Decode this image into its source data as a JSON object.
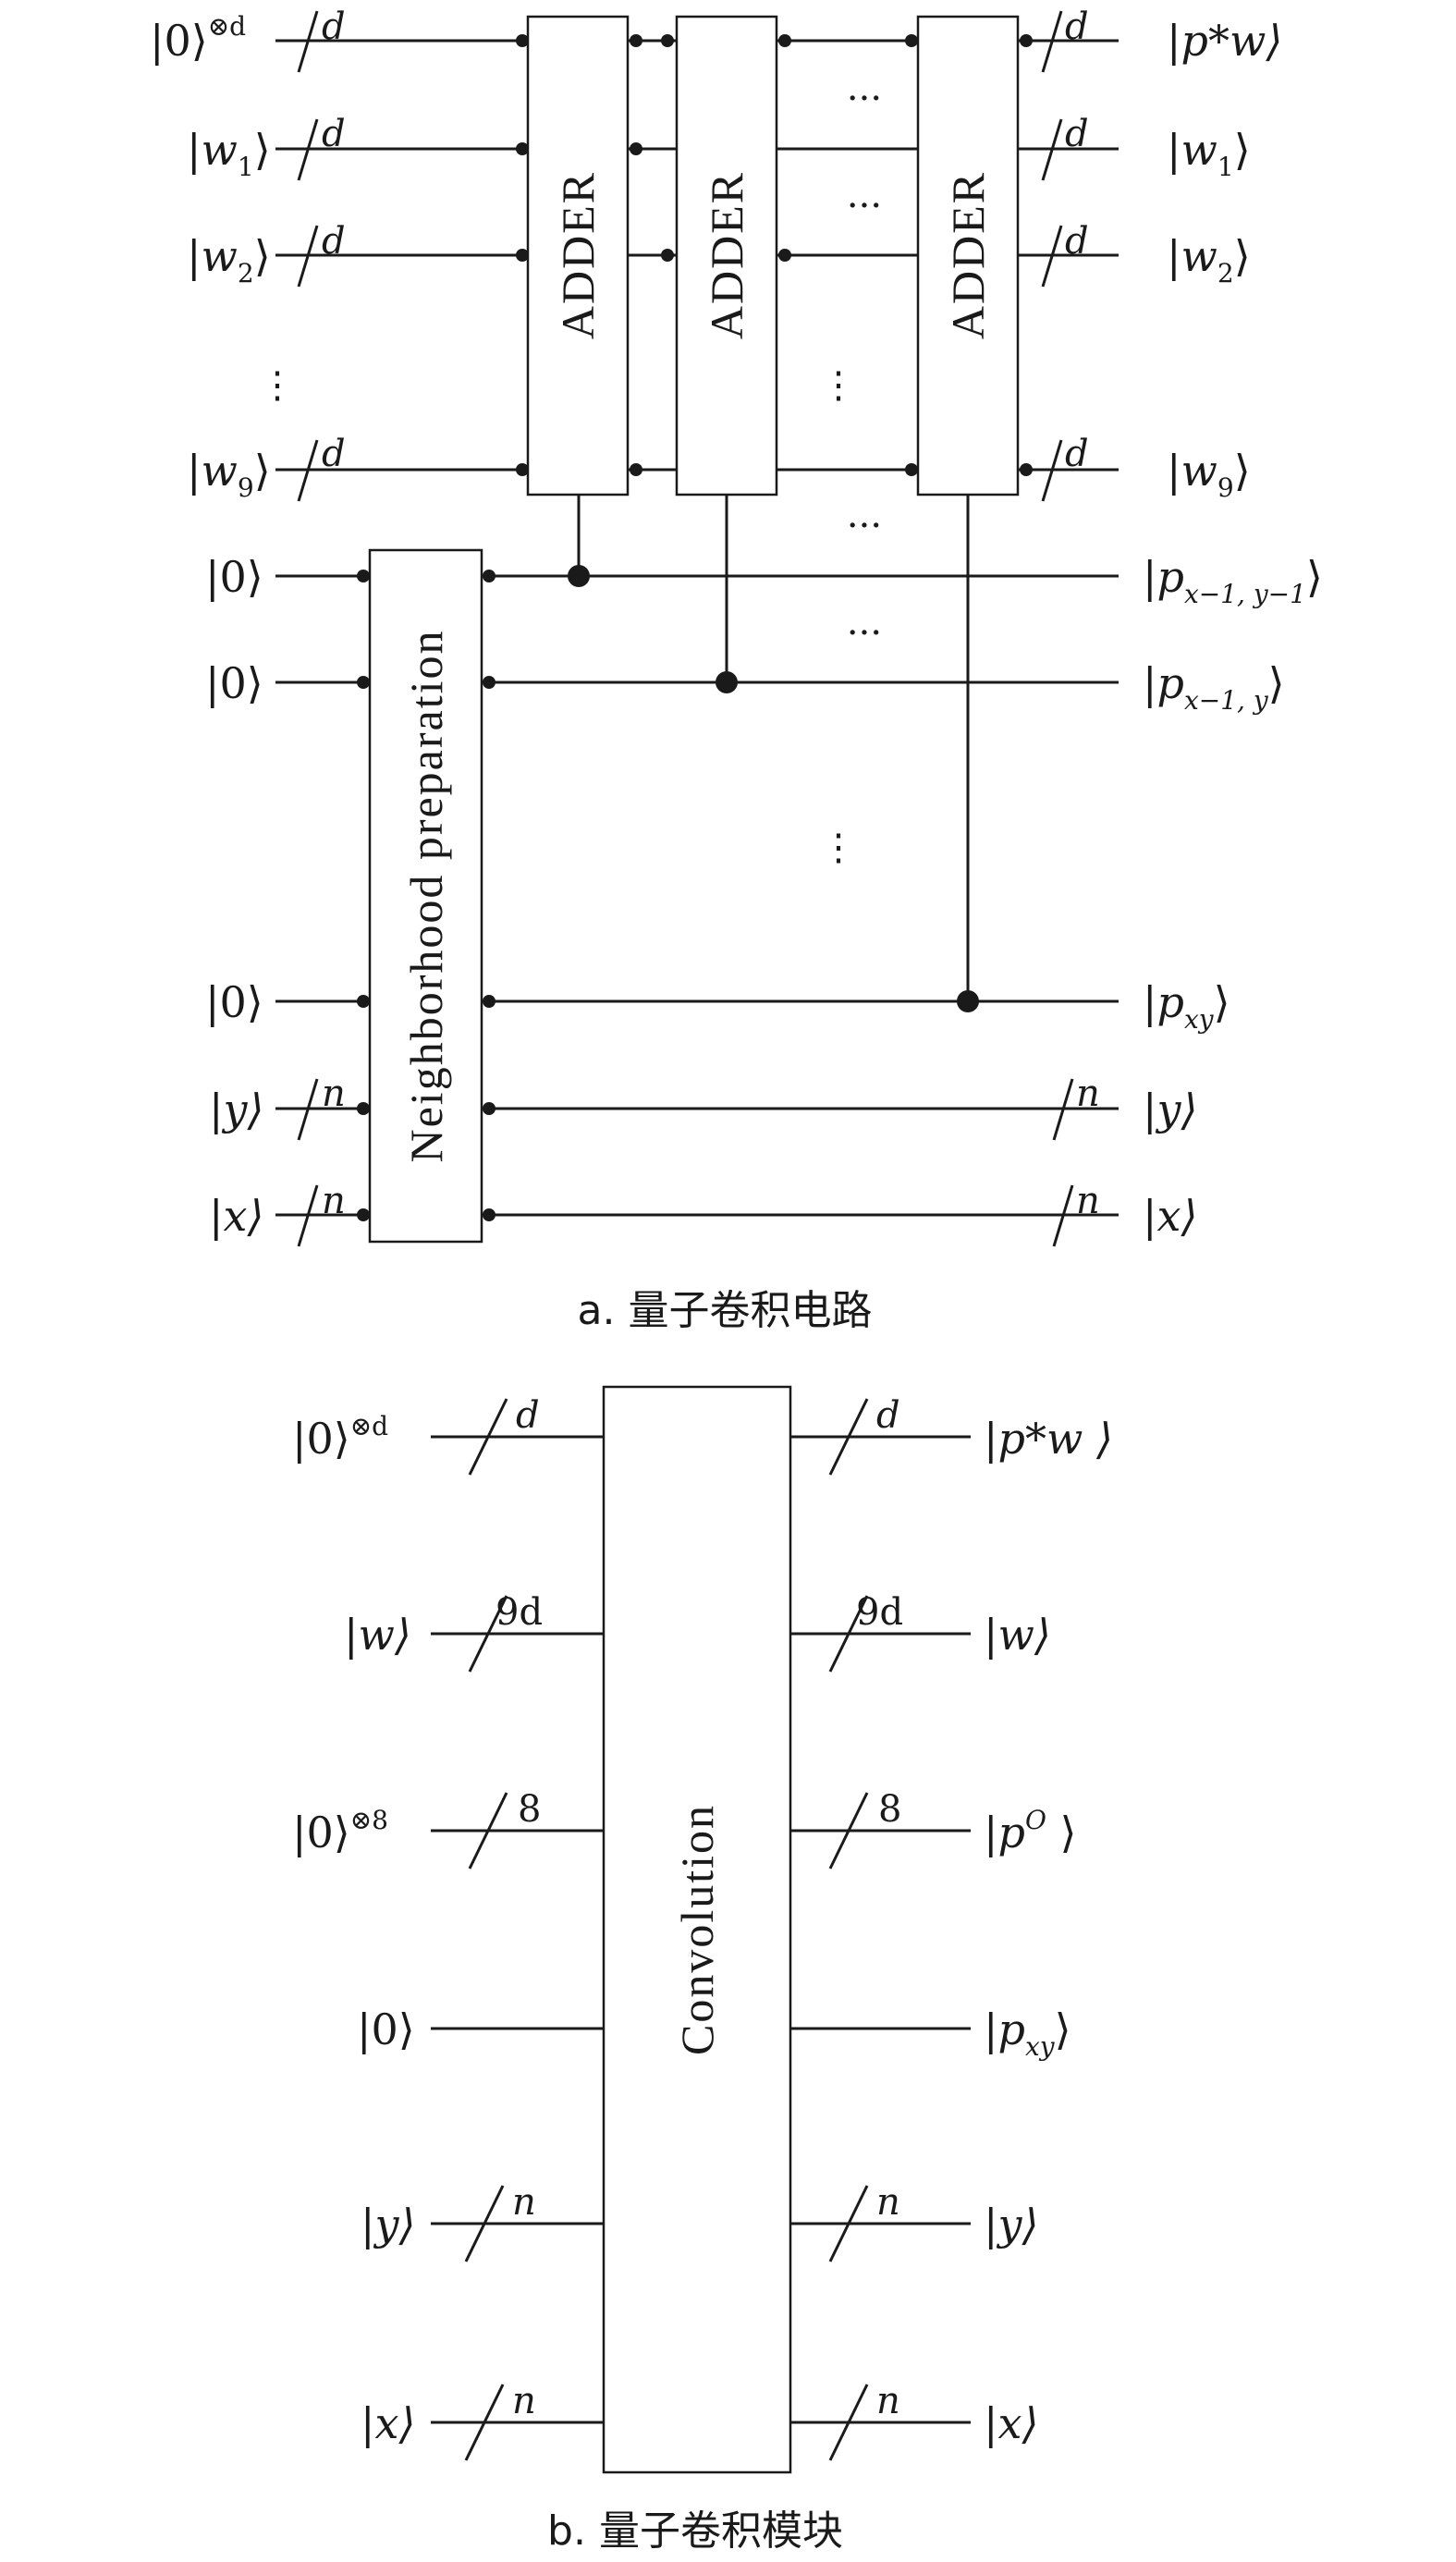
{
  "panel_a": {
    "caption": "a. 量子卷积电路",
    "inputs": {
      "zero_d": {
        "ket": "|0⟩",
        "sup": "⊗d"
      },
      "w1": {
        "pre": "|w",
        "sub": "1",
        "post": "⟩"
      },
      "w2": {
        "pre": "|w",
        "sub": "2",
        "post": "⟩"
      },
      "w9": {
        "pre": "|w",
        "sub": "9",
        "post": "⟩"
      },
      "zero_1": "|0⟩",
      "zero_2": "|0⟩",
      "zero_3": "|0⟩",
      "y": "|y⟩",
      "x": "|x⟩"
    },
    "outputs": {
      "pw": "|p*w⟩",
      "w1": {
        "pre": "|w",
        "sub": "1",
        "post": "⟩"
      },
      "w2": {
        "pre": "|w",
        "sub": "2",
        "post": "⟩"
      },
      "w9": {
        "pre": "|w",
        "sub": "9",
        "post": "⟩"
      },
      "p1": {
        "pre": "|p",
        "sub": "x−1, y−1",
        "post": "⟩"
      },
      "p2": {
        "pre": "|p",
        "sub": "x−1, y",
        "post": "⟩"
      },
      "pxy": {
        "pre": "|p",
        "sub": "xy",
        "post": "⟩"
      },
      "y": "|y⟩",
      "x": "|x⟩"
    },
    "bus_d": "d",
    "bus_n": "n",
    "adder_label": "ADDER",
    "neighborhood_label": "Neighborhood preparation",
    "hdots": "···",
    "vdots": "⋮"
  },
  "panel_b": {
    "caption": "b. 量子卷积模块",
    "convolution_label": "Convolution",
    "inputs": {
      "zero_d": {
        "ket": "|0⟩",
        "sup": "⊗d"
      },
      "w": "|w⟩",
      "zero_8": {
        "ket": "|0⟩",
        "sup": "⊗8"
      },
      "zero": "|0⟩",
      "y": "|y⟩",
      "x": "|x⟩"
    },
    "outputs": {
      "pw": "|p*w ⟩",
      "w": "|w⟩",
      "po": {
        "pre": "|p",
        "sup": "O",
        "post": " ⟩"
      },
      "pxy": {
        "pre": "|p",
        "sub": "xy",
        "post": "⟩"
      },
      "y": "|y⟩",
      "x": "|x⟩"
    },
    "bus_labels": {
      "d": "d",
      "nine_d": "9d",
      "eight": "8",
      "n": "n"
    }
  }
}
